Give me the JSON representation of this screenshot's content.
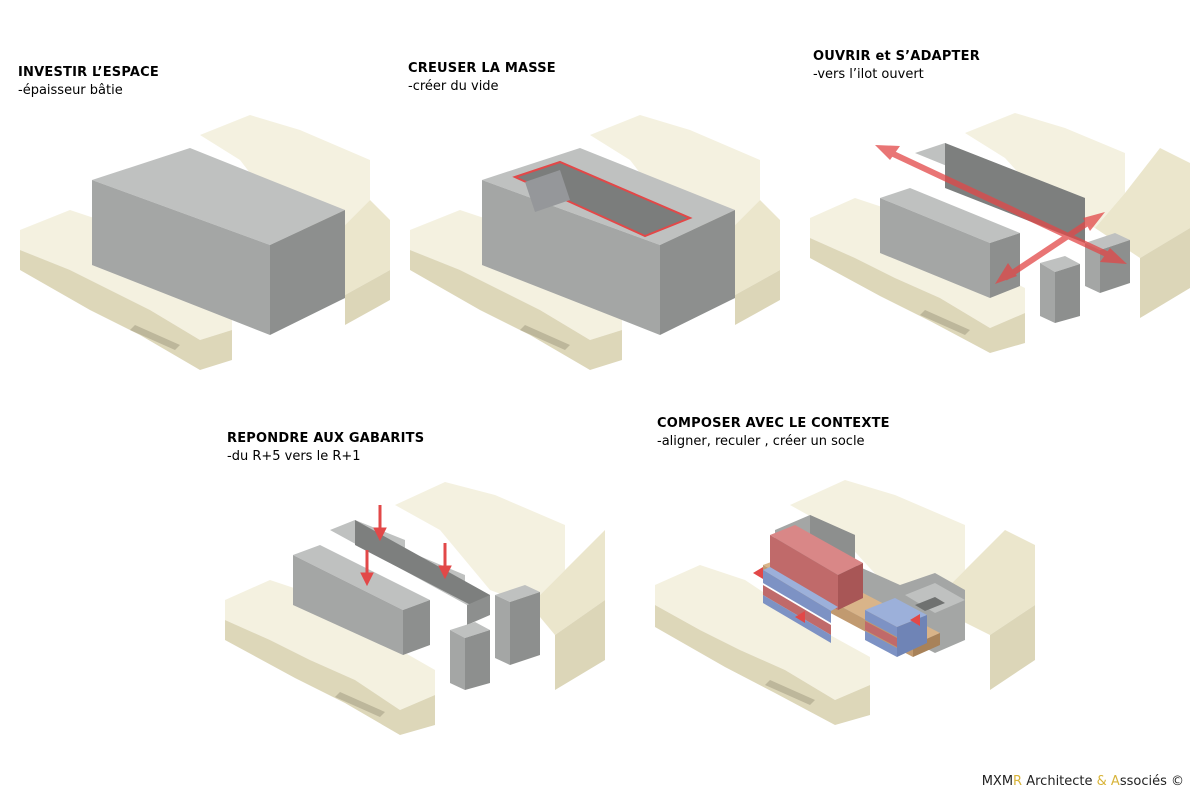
{
  "panels": [
    {
      "title": "INVESTIR L’ESPACE",
      "subtitle": "-épaisseur bâtie"
    },
    {
      "title": "CREUSER LA MASSE",
      "subtitle": "-créer du vide"
    },
    {
      "title": "OUVRIR et S’ADAPTER",
      "subtitle": "-vers l’ilot ouvert"
    },
    {
      "title": "REPONDRE AUX GABARITS",
      "subtitle": "-du R+5 vers le R+1"
    },
    {
      "title": "COMPOSER AVEC LE CONTEXTE",
      "subtitle": "-aligner, reculer , créer un socle"
    }
  ],
  "credit": {
    "mx": "MXM",
    "r": "R",
    "architecte": " Architecte ",
    "amp": "&",
    "a": " A",
    "ssocies": "ssociés",
    "copy": " ©"
  },
  "colors": {
    "context": "#f2efdc",
    "mass": "#a9abaa",
    "highlight": "#e24848",
    "blue": "#8aa0cf",
    "red_vol": "#c97070",
    "base": "#c8a27a"
  }
}
